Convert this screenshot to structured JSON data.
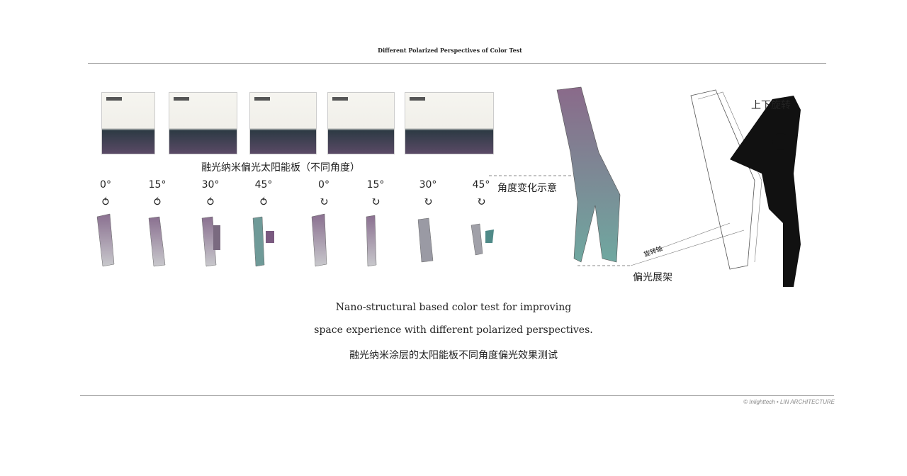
{
  "header": {
    "title": "Different Polarized Perspectives of Color Test"
  },
  "photos": {
    "caption": "融光纳米偏光太阳能板（不同角度）",
    "count": 5
  },
  "angles": [
    {
      "label": "0°",
      "icon": "horizontal-rotation-icon"
    },
    {
      "label": "15°",
      "icon": "horizontal-rotation-icon"
    },
    {
      "label": "30°",
      "icon": "horizontal-rotation-icon"
    },
    {
      "label": "45°",
      "icon": "horizontal-rotation-icon"
    },
    {
      "label": "0°",
      "icon": "vertical-rotation-icon"
    },
    {
      "label": "15°",
      "icon": "vertical-rotation-icon"
    },
    {
      "label": "30°",
      "icon": "vertical-rotation-icon"
    },
    {
      "label": "45°",
      "icon": "vertical-rotation-icon"
    }
  ],
  "diagram": {
    "angle_label": "角度变化示意",
    "rotate_label": "上下旋转",
    "stand_label": "偏光展架",
    "axis_label": "旋转轴"
  },
  "body": {
    "line1": "Nano-structural based color test for improving",
    "line2": "space experience with different polarized perspectives.",
    "line3": "融光纳米涂层的太阳能板不同角度偏光效果测试"
  },
  "footer": {
    "copyright": "© Inlighttech • LIN ARCHITECTURE"
  },
  "colors": {
    "panel_top": "#8a6a8a",
    "panel_bottom": "#6fa8a0"
  }
}
